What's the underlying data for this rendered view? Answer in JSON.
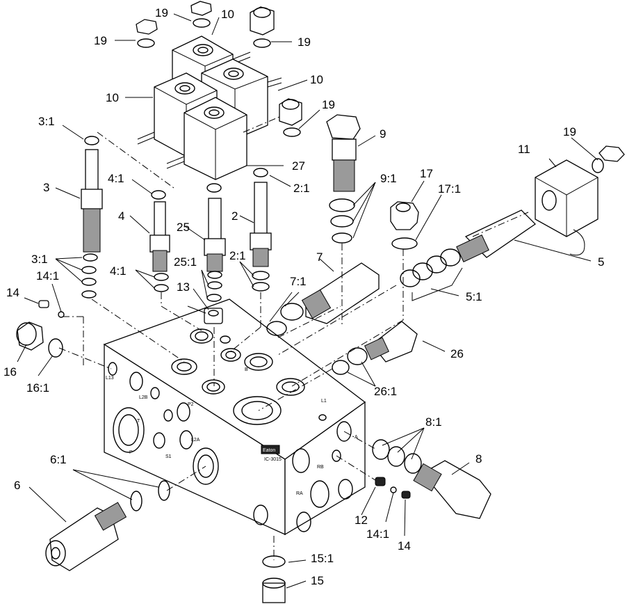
{
  "labels": {
    "l19a": "19",
    "l19b": "19",
    "l19c": "19",
    "l19d": "19",
    "l19e": "19",
    "l10a": "10",
    "l10b": "10",
    "l10c": "10",
    "l3_1a": "3:1",
    "l3_1b": "3:1",
    "l3": "3",
    "l4_1a": "4:1",
    "l4_1b": "4:1",
    "l4": "4",
    "l25": "25",
    "l25_1": "25:1",
    "l2": "2",
    "l2_1a": "2:1",
    "l2_1b": "2:1",
    "l27": "27",
    "l9": "9",
    "l9_1": "9:1",
    "l17": "17",
    "l17_1": "17:1",
    "l11": "11",
    "l5": "5",
    "l5_1": "5:1",
    "l7": "7",
    "l7_1": "7:1",
    "l14a": "14",
    "l14_1a": "14:1",
    "l13": "13",
    "l16": "16",
    "l16_1": "16:1",
    "l26": "26",
    "l26_1": "26:1",
    "l8": "8",
    "l8_1": "8:1",
    "l6": "6",
    "l6_1": "6:1",
    "l12": "12",
    "l14_1b": "14:1",
    "l14b": "14",
    "l15": "15",
    "l15_1": "15:1"
  },
  "block_marks": {
    "l13": "L13",
    "l2b": "L2B",
    "p2": "P2",
    "t": "T",
    "s1": "S1",
    "l2a": "L2A",
    "p": "P",
    "b": "B",
    "ra": "RA",
    "rb": "RB",
    "a": "A",
    "l1": "L1",
    "brand": "Eaton",
    "code": "IC-3015"
  }
}
